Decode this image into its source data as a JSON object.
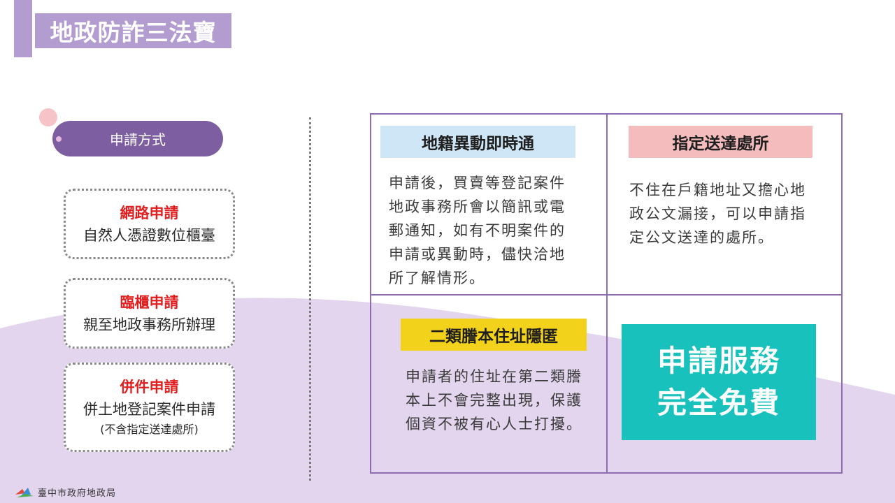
{
  "title": "地政防詐三法寶",
  "methods": {
    "heading": "申請方式",
    "items": [
      {
        "title": "網路申請",
        "desc": "自然人憑證數位櫃臺"
      },
      {
        "title": "臨櫃申請",
        "desc": "親至地政事務所辦理"
      },
      {
        "title": "併件申請",
        "desc": "併土地登記案件申請",
        "note": "(不含指定送達處所)"
      }
    ]
  },
  "features": {
    "instant_notice": {
      "label": "地籍異動即時通",
      "lines": [
        "申請後，買賣等登記案件",
        "地政事務所會以簡訊或電",
        "郵通知，如有不明案件的",
        "申請或異動時，儘快洽地",
        "所了解情形。"
      ]
    },
    "designated_address": {
      "label": "指定送達處所",
      "lines": [
        "不住在戶籍地址又擔心地",
        "政公文漏接，可以申請指",
        "定公文送達的處所。"
      ]
    },
    "address_hiding": {
      "label": "二類謄本住址隱匿",
      "lines": [
        "申請者的住址在第二類謄",
        "本上不會完整出現，保護",
        "個資不被有心人士打擾。"
      ]
    },
    "free_service": {
      "line1": "申請服務",
      "line2": "完全免費"
    }
  },
  "footer": {
    "org_name": "臺中市政府地政局",
    "logo_icon": "bird-logo-icon"
  },
  "colors": {
    "title_bg": "#b39cd0",
    "pill_bg": "#7d5ea0",
    "grid_border": "#8e6bb2",
    "accent_red": "#e02020",
    "free_box": "#19c1bd",
    "label_blue": "#cfe6f6",
    "label_pink": "#f4bcbc",
    "label_yellow": "#f3d21c",
    "wave": "#e3d5ee"
  }
}
